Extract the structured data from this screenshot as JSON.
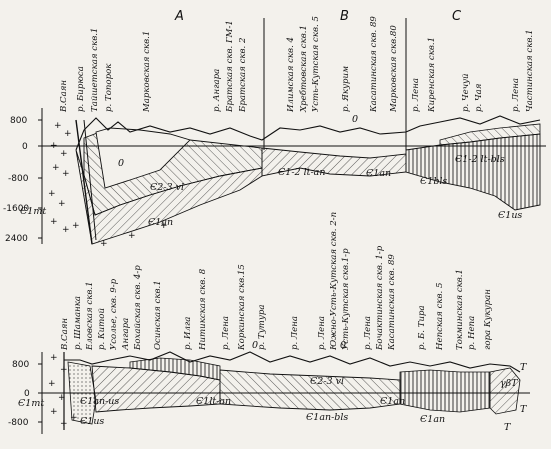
{
  "sections": {
    "a": "A",
    "b": "B",
    "c": "C"
  },
  "top": {
    "y_ticks": [
      "800",
      "0",
      "-800",
      "-1600",
      "2400"
    ],
    "wells": [
      "В.Саян",
      "р. Бирюса",
      "Тайшетская скв.1",
      "р. Топорок",
      "Марковская скв.1",
      "р. Ангара",
      "Братская скв. ГМ-1",
      "Братская скв. 2",
      "Илимская скв. 4",
      "Хребтовская скв.1",
      "Усть-Кутская скв. 5",
      "р. Якурим",
      "Касатинская скв. 89",
      "Марковская скв.80",
      "р. Лена",
      "Киренская скв.1",
      "р. Чечуй",
      "р. Чая",
      "р. Лена",
      "Частинская скв.1"
    ],
    "units": [
      "Є1mt",
      "Є2-3 vl",
      "Є1an",
      "Є1-2 lt-an",
      "Є1an",
      "Є1bls",
      "Є1-2 lt-bls",
      "Є1us",
      "0",
      "0"
    ]
  },
  "bottom": {
    "y_ticks": [
      "800",
      "0",
      "-800"
    ],
    "wells": [
      "В.Саян",
      "р. Шаманка",
      "Еловская скв.1",
      "р. Китой",
      "Усолье, скв. 9-р",
      "Ангара",
      "Бохайская скв. 4-р",
      "Осинская скв.1",
      "р. Илга",
      "Нитикская скв. 8",
      "р. Лена",
      "Коркинская скв.15",
      "р. Тутура",
      "р. Лена",
      "р. Лена",
      "Южно-Усть-Кутская скв. 2-п",
      "Усть-Кутская скв.1-р",
      "р. Лена",
      "Бочактинская скв. 1-р",
      "Касатинская скв. 89",
      "р. Б. Тира",
      "Непская скв. 5",
      "Токминская скв.1",
      "р. Непа",
      "гора Кукуран"
    ],
    "units": [
      "Є1mt",
      "Є1an-us",
      "Є1us",
      "Є1lt-an",
      "Є2-3 vl",
      "Є1an-bls",
      "Є1an",
      "Є1an",
      "γβT",
      "0",
      "0",
      "T",
      "T",
      "T"
    ]
  }
}
